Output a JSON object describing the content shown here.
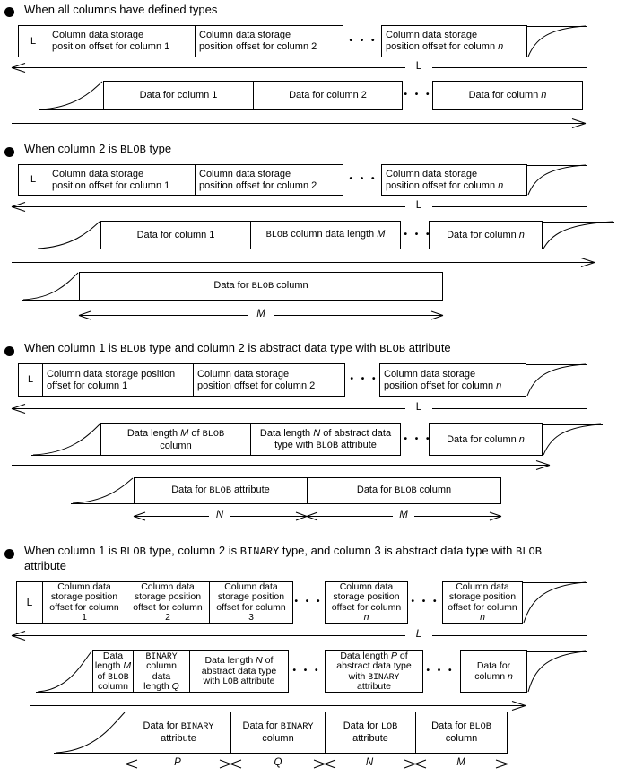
{
  "dots": "• • •",
  "sections": [
    {
      "heading": [
        {
          "t": "When all columns have defined types"
        }
      ],
      "offset_row": {
        "l": [
          {
            "t": "L"
          }
        ],
        "col1": [
          {
            "t": "Column data storage\nposition offset for column 1"
          }
        ],
        "col2": [
          {
            "t": "Column data storage\nposition offset for column 2"
          }
        ],
        "coln": [
          {
            "t": "Column data storage\nposition offset for column "
          },
          {
            "t": "n",
            "s": "i"
          }
        ]
      },
      "offset_arrow_label": [
        {
          "t": "L"
        }
      ],
      "data_row": {
        "col1": [
          {
            "t": "Data for column 1"
          }
        ],
        "col2": [
          {
            "t": "Data for column 2"
          }
        ],
        "coln": [
          {
            "t": "Data for column "
          },
          {
            "t": "n",
            "s": "i"
          }
        ]
      }
    },
    {
      "heading": [
        {
          "t": "When column 2 is "
        },
        {
          "t": "BLOB",
          "s": "m"
        },
        {
          "t": " type"
        }
      ],
      "offset_row": {
        "l": [
          {
            "t": "L"
          }
        ],
        "col1": [
          {
            "t": "Column data storage\nposition offset for column 1"
          }
        ],
        "col2": [
          {
            "t": "Column data storage\nposition offset for column 2"
          }
        ],
        "coln": [
          {
            "t": "Column data storage\nposition offset for column "
          },
          {
            "t": "n",
            "s": "i"
          }
        ]
      },
      "offset_arrow_label": [
        {
          "t": "L"
        }
      ],
      "data_row": {
        "col1": [
          {
            "t": "Data for column 1"
          }
        ],
        "blob_len": [
          {
            "t": "BLOB",
            "s": "m"
          },
          {
            "t": " column data length "
          },
          {
            "t": "M",
            "s": "i"
          }
        ],
        "coln": [
          {
            "t": "Data for column "
          },
          {
            "t": "n",
            "s": "i"
          }
        ]
      },
      "blob_row": {
        "box": [
          {
            "t": "Data for "
          },
          {
            "t": "BLOB",
            "s": "m"
          },
          {
            "t": " column"
          }
        ]
      },
      "m_label": [
        {
          "t": "M",
          "s": "i"
        }
      ]
    },
    {
      "heading": [
        {
          "t": "When column 1 is "
        },
        {
          "t": "BLOB",
          "s": "m"
        },
        {
          "t": " type and column 2 is abstract data type with "
        },
        {
          "t": "BLOB",
          "s": "m"
        },
        {
          "t": " attribute"
        }
      ],
      "offset_row": {
        "l": [
          {
            "t": "L"
          }
        ],
        "col1": [
          {
            "t": "Column data storage position\noffset for column 1"
          }
        ],
        "col2": [
          {
            "t": "Column data storage\nposition offset for column 2"
          }
        ],
        "coln": [
          {
            "t": "Column data storage\nposition offset for column "
          },
          {
            "t": "n",
            "s": "i"
          }
        ]
      },
      "offset_arrow_label": [
        {
          "t": "L"
        }
      ],
      "data_row": {
        "blob_len": [
          {
            "t": "Data length "
          },
          {
            "t": "M",
            "s": "i"
          },
          {
            "t": " of "
          },
          {
            "t": "BLOB",
            "s": "m"
          },
          {
            "t": "\ncolumn"
          }
        ],
        "adt_len": [
          {
            "t": "Data length "
          },
          {
            "t": "N",
            "s": "i"
          },
          {
            "t": " of abstract data\ntype with "
          },
          {
            "t": "BLOB",
            "s": "m"
          },
          {
            "t": " attribute"
          }
        ],
        "coln": [
          {
            "t": "Data for column "
          },
          {
            "t": "n",
            "s": "i"
          }
        ]
      },
      "lob_row": {
        "attr": [
          {
            "t": "Data for "
          },
          {
            "t": "BLOB",
            "s": "m"
          },
          {
            "t": " attribute"
          }
        ],
        "col": [
          {
            "t": "Data for "
          },
          {
            "t": "BLOB",
            "s": "m"
          },
          {
            "t": " column"
          }
        ]
      },
      "n_label": [
        {
          "t": "N",
          "s": "i"
        }
      ],
      "m_label": [
        {
          "t": "M",
          "s": "i"
        }
      ]
    },
    {
      "heading": [
        {
          "t": "When column 1 is "
        },
        {
          "t": "BLOB",
          "s": "m"
        },
        {
          "t": " type, column 2 is "
        },
        {
          "t": "BINARY",
          "s": "m"
        },
        {
          "t": " type, and column 3 is abstract data type with "
        },
        {
          "t": "BLOB",
          "s": "m"
        },
        {
          "t": "\nattribute"
        }
      ],
      "offset_row": {
        "l": [
          {
            "t": "L"
          }
        ],
        "col1": [
          {
            "t": "Column data\nstorage position\noffset for column\n1"
          }
        ],
        "col2": [
          {
            "t": "Column data\nstorage position\noffset for column\n2"
          }
        ],
        "col3": [
          {
            "t": "Column data\nstorage position\noffset for column\n3"
          }
        ],
        "coln1": [
          {
            "t": "Column data\nstorage position\noffset for column\n"
          },
          {
            "t": "n",
            "s": "i"
          }
        ],
        "coln2": [
          {
            "t": "Column data\nstorage position\noffset for column\n"
          },
          {
            "t": "n",
            "s": "i"
          }
        ]
      },
      "offset_arrow_label": [
        {
          "t": "L",
          "s": "i"
        }
      ],
      "data_row": {
        "blob_len": [
          {
            "t": "Data\nlength "
          },
          {
            "t": "M",
            "s": "i"
          },
          {
            "t": "\nof "
          },
          {
            "t": "BLOB",
            "s": "m"
          },
          {
            "t": "\ncolumn"
          }
        ],
        "binary_len": [
          {
            "t": "BINARY",
            "s": "m"
          },
          {
            "t": "\ncolumn\ndata\nlength "
          },
          {
            "t": "Q",
            "s": "i"
          }
        ],
        "adt_lob_len": [
          {
            "t": "Data length "
          },
          {
            "t": "N",
            "s": "i"
          },
          {
            "t": " of\nabstract data type\nwith "
          },
          {
            "t": "LOB",
            "s": "m"
          },
          {
            "t": " attribute"
          }
        ],
        "adt_bin_len": [
          {
            "t": "Data length "
          },
          {
            "t": "P",
            "s": "i"
          },
          {
            "t": " of\nabstract data type\nwith "
          },
          {
            "t": "BINARY",
            "s": "m"
          },
          {
            "t": "\nattribute"
          }
        ],
        "coln": [
          {
            "t": "Data for\ncolumn "
          },
          {
            "t": "n",
            "s": "i"
          }
        ]
      },
      "lob_row": {
        "bin_attr": [
          {
            "t": "Data for "
          },
          {
            "t": "BINARY",
            "s": "m"
          },
          {
            "t": "\nattribute"
          }
        ],
        "bin_col": [
          {
            "t": "Data for "
          },
          {
            "t": "BINARY",
            "s": "m"
          },
          {
            "t": "\ncolumn"
          }
        ],
        "lob_attr": [
          {
            "t": "Data for "
          },
          {
            "t": "LOB",
            "s": "m"
          },
          {
            "t": "\nattribute"
          }
        ],
        "blob_col": [
          {
            "t": "Data for "
          },
          {
            "t": "BLOB",
            "s": "m"
          },
          {
            "t": "\ncolumn"
          }
        ]
      },
      "p_label": [
        {
          "t": "P",
          "s": "i"
        }
      ],
      "q_label": [
        {
          "t": "Q",
          "s": "i"
        }
      ],
      "n_label": [
        {
          "t": "N",
          "s": "i"
        }
      ],
      "m_label": [
        {
          "t": "M",
          "s": "i"
        }
      ]
    }
  ]
}
